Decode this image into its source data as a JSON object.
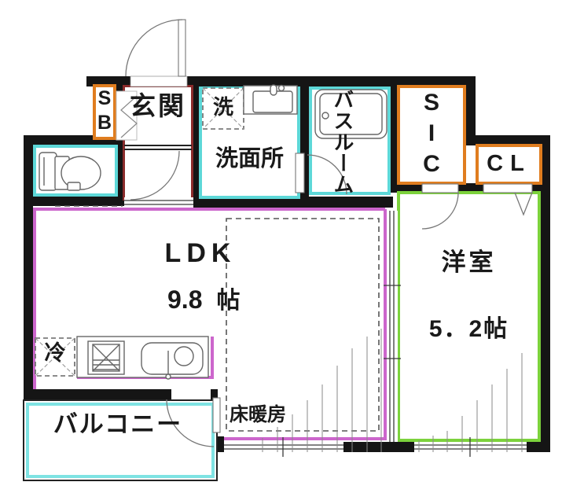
{
  "colors": {
    "wall": "#151515",
    "ldk_border": "#cc66cc",
    "wet_area_border": "#5dd8d8",
    "storage_border": "#e07d1f",
    "western_border": "#7cd23c",
    "entrance_border": "#8b2b2b",
    "balcony_border": "#7fe3e3",
    "text": "#1a1a1a"
  },
  "rooms": {
    "entrance": {
      "label": "玄関"
    },
    "shoe_box": {
      "letters": [
        "S",
        "B"
      ]
    },
    "washing_machine": {
      "label": "洗"
    },
    "washroom": {
      "label": "洗面所"
    },
    "bathroom": {
      "label": "バスルーム"
    },
    "shoe_in_closet": {
      "letters": [
        "S",
        "I",
        "C"
      ]
    },
    "closet": {
      "label": "CL"
    },
    "ldk": {
      "label": "LDK",
      "size_value": "9.8",
      "size_unit": "帖"
    },
    "western_room": {
      "label": "洋室",
      "size": "5．2帖"
    },
    "balcony": {
      "label": "バルコニー"
    },
    "floor_heating": {
      "label": "床暖房"
    },
    "refrigerator": {
      "label": "冷"
    }
  },
  "icons": {
    "toilet": "toilet-icon",
    "bathtub": "bathtub-icon",
    "washbasin": "washbasin-icon",
    "kitchen_sink": "kitchen-sink-icon",
    "stove": "stove-icon",
    "entrance_door": "swing-door-icon",
    "sliding_door": "sliding-door-icon"
  }
}
